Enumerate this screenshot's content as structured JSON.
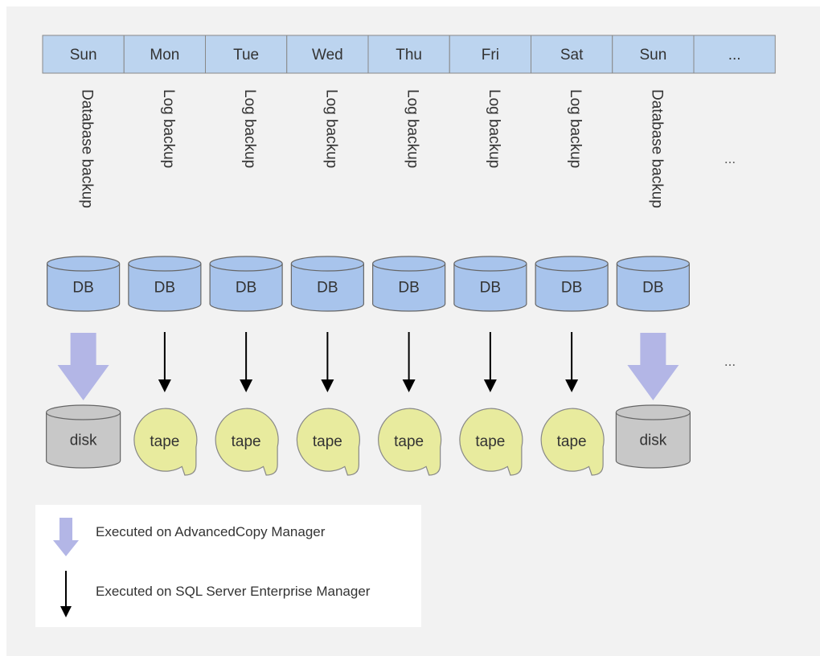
{
  "header": {
    "days": [
      "Sun",
      "Mon",
      "Tue",
      "Wed",
      "Thu",
      "Fri",
      "Sat",
      "Sun",
      "..."
    ]
  },
  "backup_labels": [
    "Database backup",
    "Log backup",
    "Log backup",
    "Log backup",
    "Log backup",
    "Log backup",
    "Log backup",
    "Database backup"
  ],
  "continuation": "...",
  "sources": [
    "DB",
    "DB",
    "DB",
    "DB",
    "DB",
    "DB",
    "DB",
    "DB"
  ],
  "targets": [
    {
      "kind": "disk",
      "label": "disk",
      "arrow": "acm"
    },
    {
      "kind": "tape",
      "label": "tape",
      "arrow": "sql"
    },
    {
      "kind": "tape",
      "label": "tape",
      "arrow": "sql"
    },
    {
      "kind": "tape",
      "label": "tape",
      "arrow": "sql"
    },
    {
      "kind": "tape",
      "label": "tape",
      "arrow": "sql"
    },
    {
      "kind": "tape",
      "label": "tape",
      "arrow": "sql"
    },
    {
      "kind": "tape",
      "label": "tape",
      "arrow": "sql"
    },
    {
      "kind": "disk",
      "label": "disk",
      "arrow": "acm"
    }
  ],
  "legend": {
    "acm_label": "Executed on AdvancedCopy Manager",
    "sql_label": "Executed on SQL Server Enterprise Manager"
  },
  "colors": {
    "header_fill": "#bcd4ef",
    "db_fill": "#a8c4ec",
    "disk_fill": "#c8c8c8",
    "tape_fill": "#e8eb9e",
    "acm_arrow": "#b3b6e6",
    "sql_arrow": "#000000"
  }
}
